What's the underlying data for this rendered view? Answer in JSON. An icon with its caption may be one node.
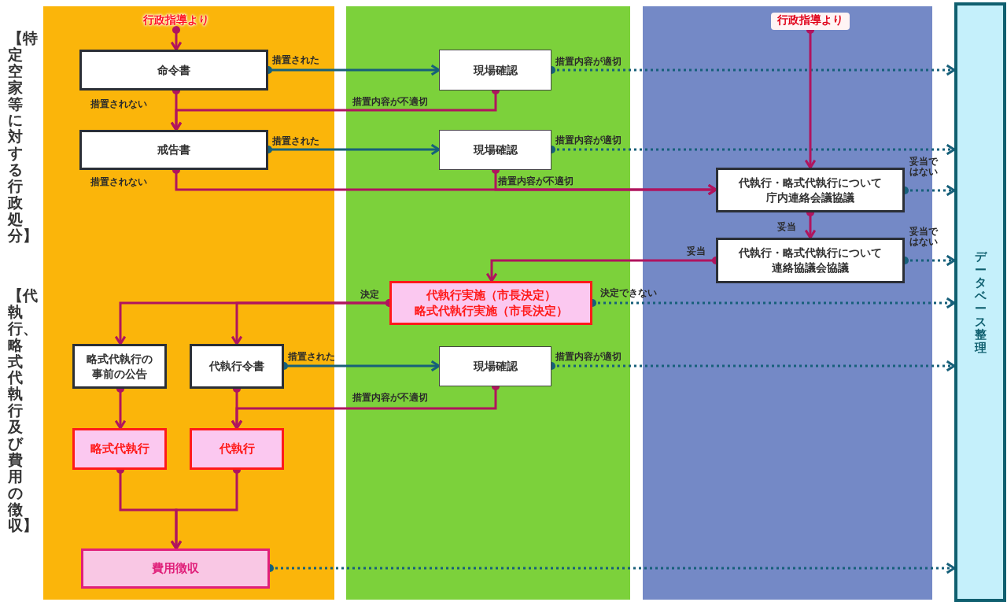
{
  "diagram": {
    "nodes": [
      {
        "text": [
          "行政指導より"
        ]
      },
      {
        "text": [
          "命令書"
        ]
      },
      {
        "text": [
          "現場確認"
        ]
      },
      {
        "text": [
          "戒告書"
        ]
      },
      {
        "text": [
          "現場確認"
        ]
      },
      {
        "text": [
          "行政指導より"
        ]
      },
      {
        "text": [
          "代執行・略式代執行について庁内連絡会議協議"
        ]
      },
      {
        "text": [
          "代執行・略式代執行について連絡協議会協議"
        ]
      },
      {
        "text": [
          "代執行実施（市長決定）",
          "略式代執行実施（市長決定）"
        ]
      },
      {
        "text": [
          "略式代執行の事前の公告"
        ]
      },
      {
        "text": [
          "代執行令書"
        ]
      },
      {
        "text": [
          "現場確認"
        ]
      },
      {
        "text": [
          "略式代執行"
        ]
      },
      {
        "text": [
          "代執行"
        ]
      },
      {
        "text": [
          "費用徴収"
        ]
      },
      {
        "text": [
          "データベース整理"
        ]
      }
    ],
    "edges": [
      {
        "from": 0,
        "to": 1,
        "arrow": "to"
      },
      {
        "from": 1,
        "to": 2,
        "arrow": "to",
        "label": "措置された",
        "color": "#17607a"
      },
      {
        "from": 1,
        "to": 3,
        "arrow": "to",
        "label": "措置されない"
      },
      {
        "from": 2,
        "to": 3,
        "arrow": "to",
        "label": "措置内容が不適切"
      },
      {
        "from": 2,
        "to": 15,
        "arrow": "to",
        "label": "措置内容が適切",
        "style": "dashed",
        "color": "#17607a"
      },
      {
        "from": 3,
        "to": 4,
        "arrow": "to",
        "label": "措置された",
        "color": "#17607a"
      },
      {
        "from": 3,
        "to": 6,
        "arrow": "to",
        "label": "措置されない"
      },
      {
        "from": 4,
        "to": 6,
        "arrow": "to",
        "label": "措置内容が不適切"
      },
      {
        "from": 4,
        "to": 15,
        "arrow": "to",
        "label": "措置内容が適切",
        "style": "dashed",
        "color": "#17607a"
      },
      {
        "from": 5,
        "to": 6,
        "arrow": "to"
      },
      {
        "from": 6,
        "to": 7,
        "arrow": "to",
        "label": "妥当"
      },
      {
        "from": 6,
        "to": 15,
        "arrow": "to",
        "label": "妥当ではない",
        "style": "dashed",
        "color": "#17607a"
      },
      {
        "from": 7,
        "to": 8,
        "arrow": "to",
        "label": "妥当"
      },
      {
        "from": 7,
        "to": 15,
        "arrow": "to",
        "label": "妥当ではない",
        "style": "dashed",
        "color": "#17607a"
      },
      {
        "from": 8,
        "to": 9,
        "arrow": "to",
        "label": "決定"
      },
      {
        "from": 8,
        "to": 10,
        "arrow": "to"
      },
      {
        "from": 8,
        "to": 15,
        "arrow": "to",
        "label": "決定できない",
        "style": "dashed",
        "color": "#17607a"
      },
      {
        "from": 10,
        "to": 11,
        "arrow": "to",
        "label": "措置された",
        "color": "#17607a"
      },
      {
        "from": 10,
        "to": 13,
        "arrow": "to"
      },
      {
        "from": 11,
        "to": 13,
        "arrow": "to",
        "label": "措置内容が不適切"
      },
      {
        "from": 11,
        "to": 15,
        "arrow": "to",
        "label": "措置内容が適切",
        "style": "dashed",
        "color": "#17607a"
      },
      {
        "from": 9,
        "to": 12,
        "arrow": "to"
      },
      {
        "from": 12,
        "to": 14,
        "arrow": "to"
      },
      {
        "from": 13,
        "to": 14,
        "arrow": "to"
      },
      {
        "from": 14,
        "to": 15,
        "arrow": "to",
        "style": "dashed",
        "color": "#17607a"
      }
    ],
    "labels": [
      "【特定空家等に対する行政処分】",
      "【代執行、略式代執行及び費用の徴収】"
    ]
  }
}
